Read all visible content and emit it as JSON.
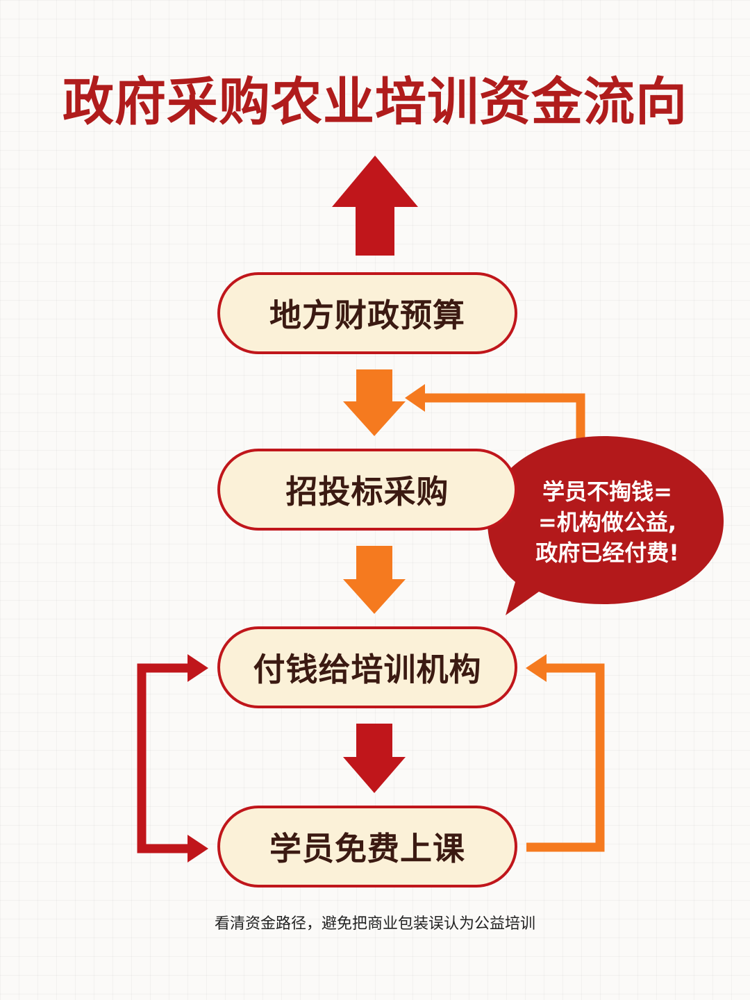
{
  "title": "政府采购农业培训资金流向",
  "steps": [
    {
      "label": "地方财政预算"
    },
    {
      "label": "招投标采购"
    },
    {
      "label": "付钱给培训机构"
    },
    {
      "label": "学员免费上课"
    }
  ],
  "callout": {
    "text": "学员不掏钱=\n=机构做公益,\n政府已经付费!"
  },
  "footer": "看清资金路径，避免把商业包装误认为公益培训",
  "colors": {
    "title": "#b01c1c",
    "dark_red": "#c0161b",
    "orange": "#f57a1f",
    "box_fill": "#fbf1d8",
    "bubble": "#b3191b"
  }
}
